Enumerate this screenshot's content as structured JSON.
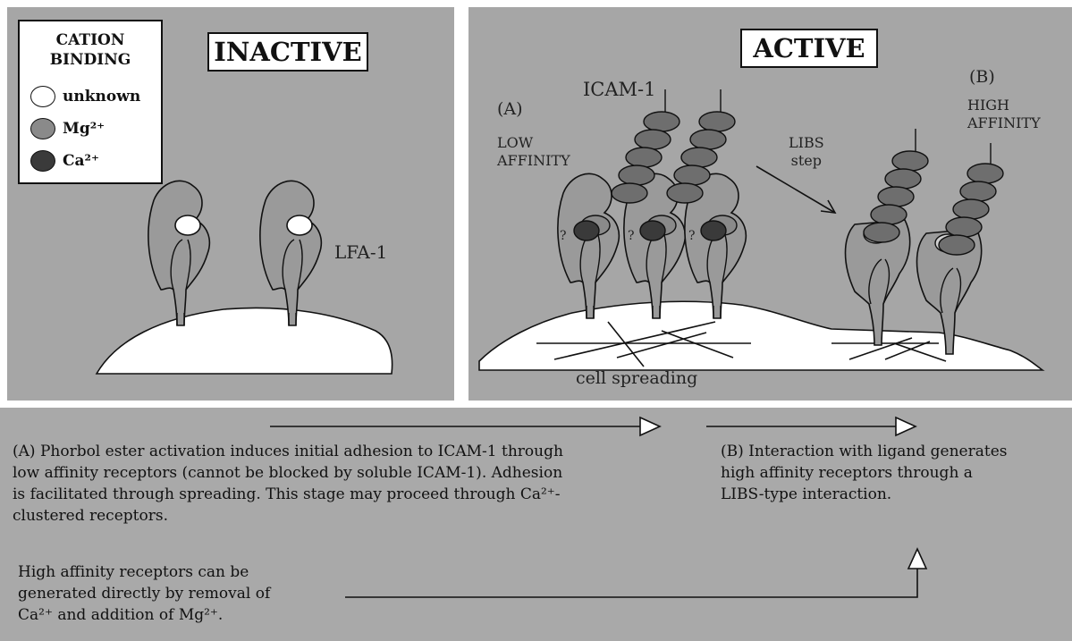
{
  "legend": {
    "title_line1": "CATION",
    "title_line2": "BINDING",
    "items": [
      {
        "label": "unknown",
        "color": "#ffffff"
      },
      {
        "label": "Mg²⁺",
        "color": "#8a8a8a"
      },
      {
        "label": "Ca²⁺",
        "color": "#3a3a3a"
      }
    ]
  },
  "inactive": {
    "title": "INACTIVE",
    "receptor_label": "LFA-1"
  },
  "active": {
    "title": "ACTIVE",
    "label_a": "(A)",
    "ligand_label": "ICAM-1",
    "low_affinity_line1": "LOW",
    "low_affinity_line2": "AFFINITY",
    "label_b": "(B)",
    "high_affinity_line1": "HIGH",
    "high_affinity_line2": "AFFINITY",
    "libs_line1": "LIBS",
    "libs_line2": "step",
    "cell_spreading": "cell spreading",
    "question_mark": "?"
  },
  "bottom": {
    "text_a_line1": "(A) Phorbol ester activation induces initial adhesion to ICAM-1 through",
    "text_a_line2": "low affinity receptors (cannot be blocked by soluble ICAM-1). Adhesion",
    "text_a_line3": "is facilitated through spreading. This stage may proceed through Ca²⁺-",
    "text_a_line4": "clustered receptors.",
    "text_b_line1": "(B) Interaction with ligand generates",
    "text_b_line2": "high affinity receptors through a",
    "text_b_line3": "LIBS-type interaction.",
    "text_c_line1": "High affinity receptors can be",
    "text_c_line2": "generated directly by removal of",
    "text_c_line3": "Ca²⁺ and addition of Mg²⁺."
  },
  "colors": {
    "panel": "#a6a6a6",
    "cell": "#ffffff",
    "receptor": "#9a9a9a",
    "icam": "#6e6e6e",
    "calcium": "#3a3a3a"
  }
}
